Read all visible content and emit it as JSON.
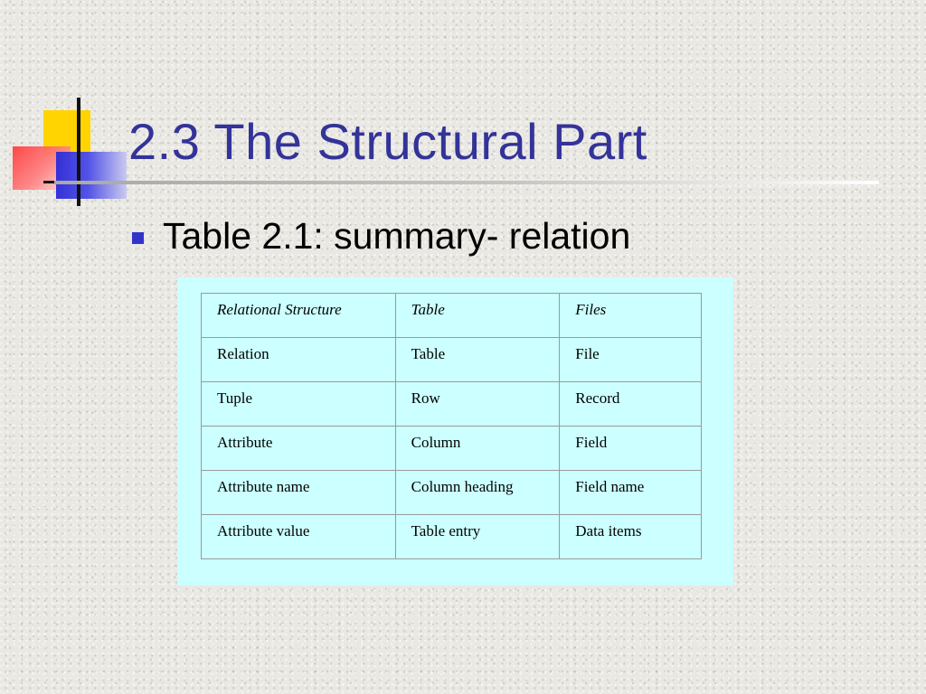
{
  "slide": {
    "title": "2.3 The Structural Part",
    "bullet": "Table 2.1: summary- relation"
  },
  "colors": {
    "title": "#333399",
    "bullet": "#3333cc",
    "table_panel": "#ccffff",
    "logo_yellow": "#ffd400",
    "logo_red": "#ff3a3a",
    "logo_blue": "#2a2ad8"
  },
  "icons": {
    "logo": "overlapping-squares-logo",
    "bullet": "square-bullet-icon"
  },
  "table": {
    "headers": [
      "Relational Structure",
      "Table",
      "Files"
    ],
    "rows": [
      [
        "Relation",
        "Table",
        "File"
      ],
      [
        "Tuple",
        "Row",
        "Record"
      ],
      [
        "Attribute",
        "Column",
        "Field"
      ],
      [
        "Attribute name",
        "Column heading",
        "Field name"
      ],
      [
        "Attribute value",
        "Table entry",
        "Data items"
      ]
    ]
  }
}
